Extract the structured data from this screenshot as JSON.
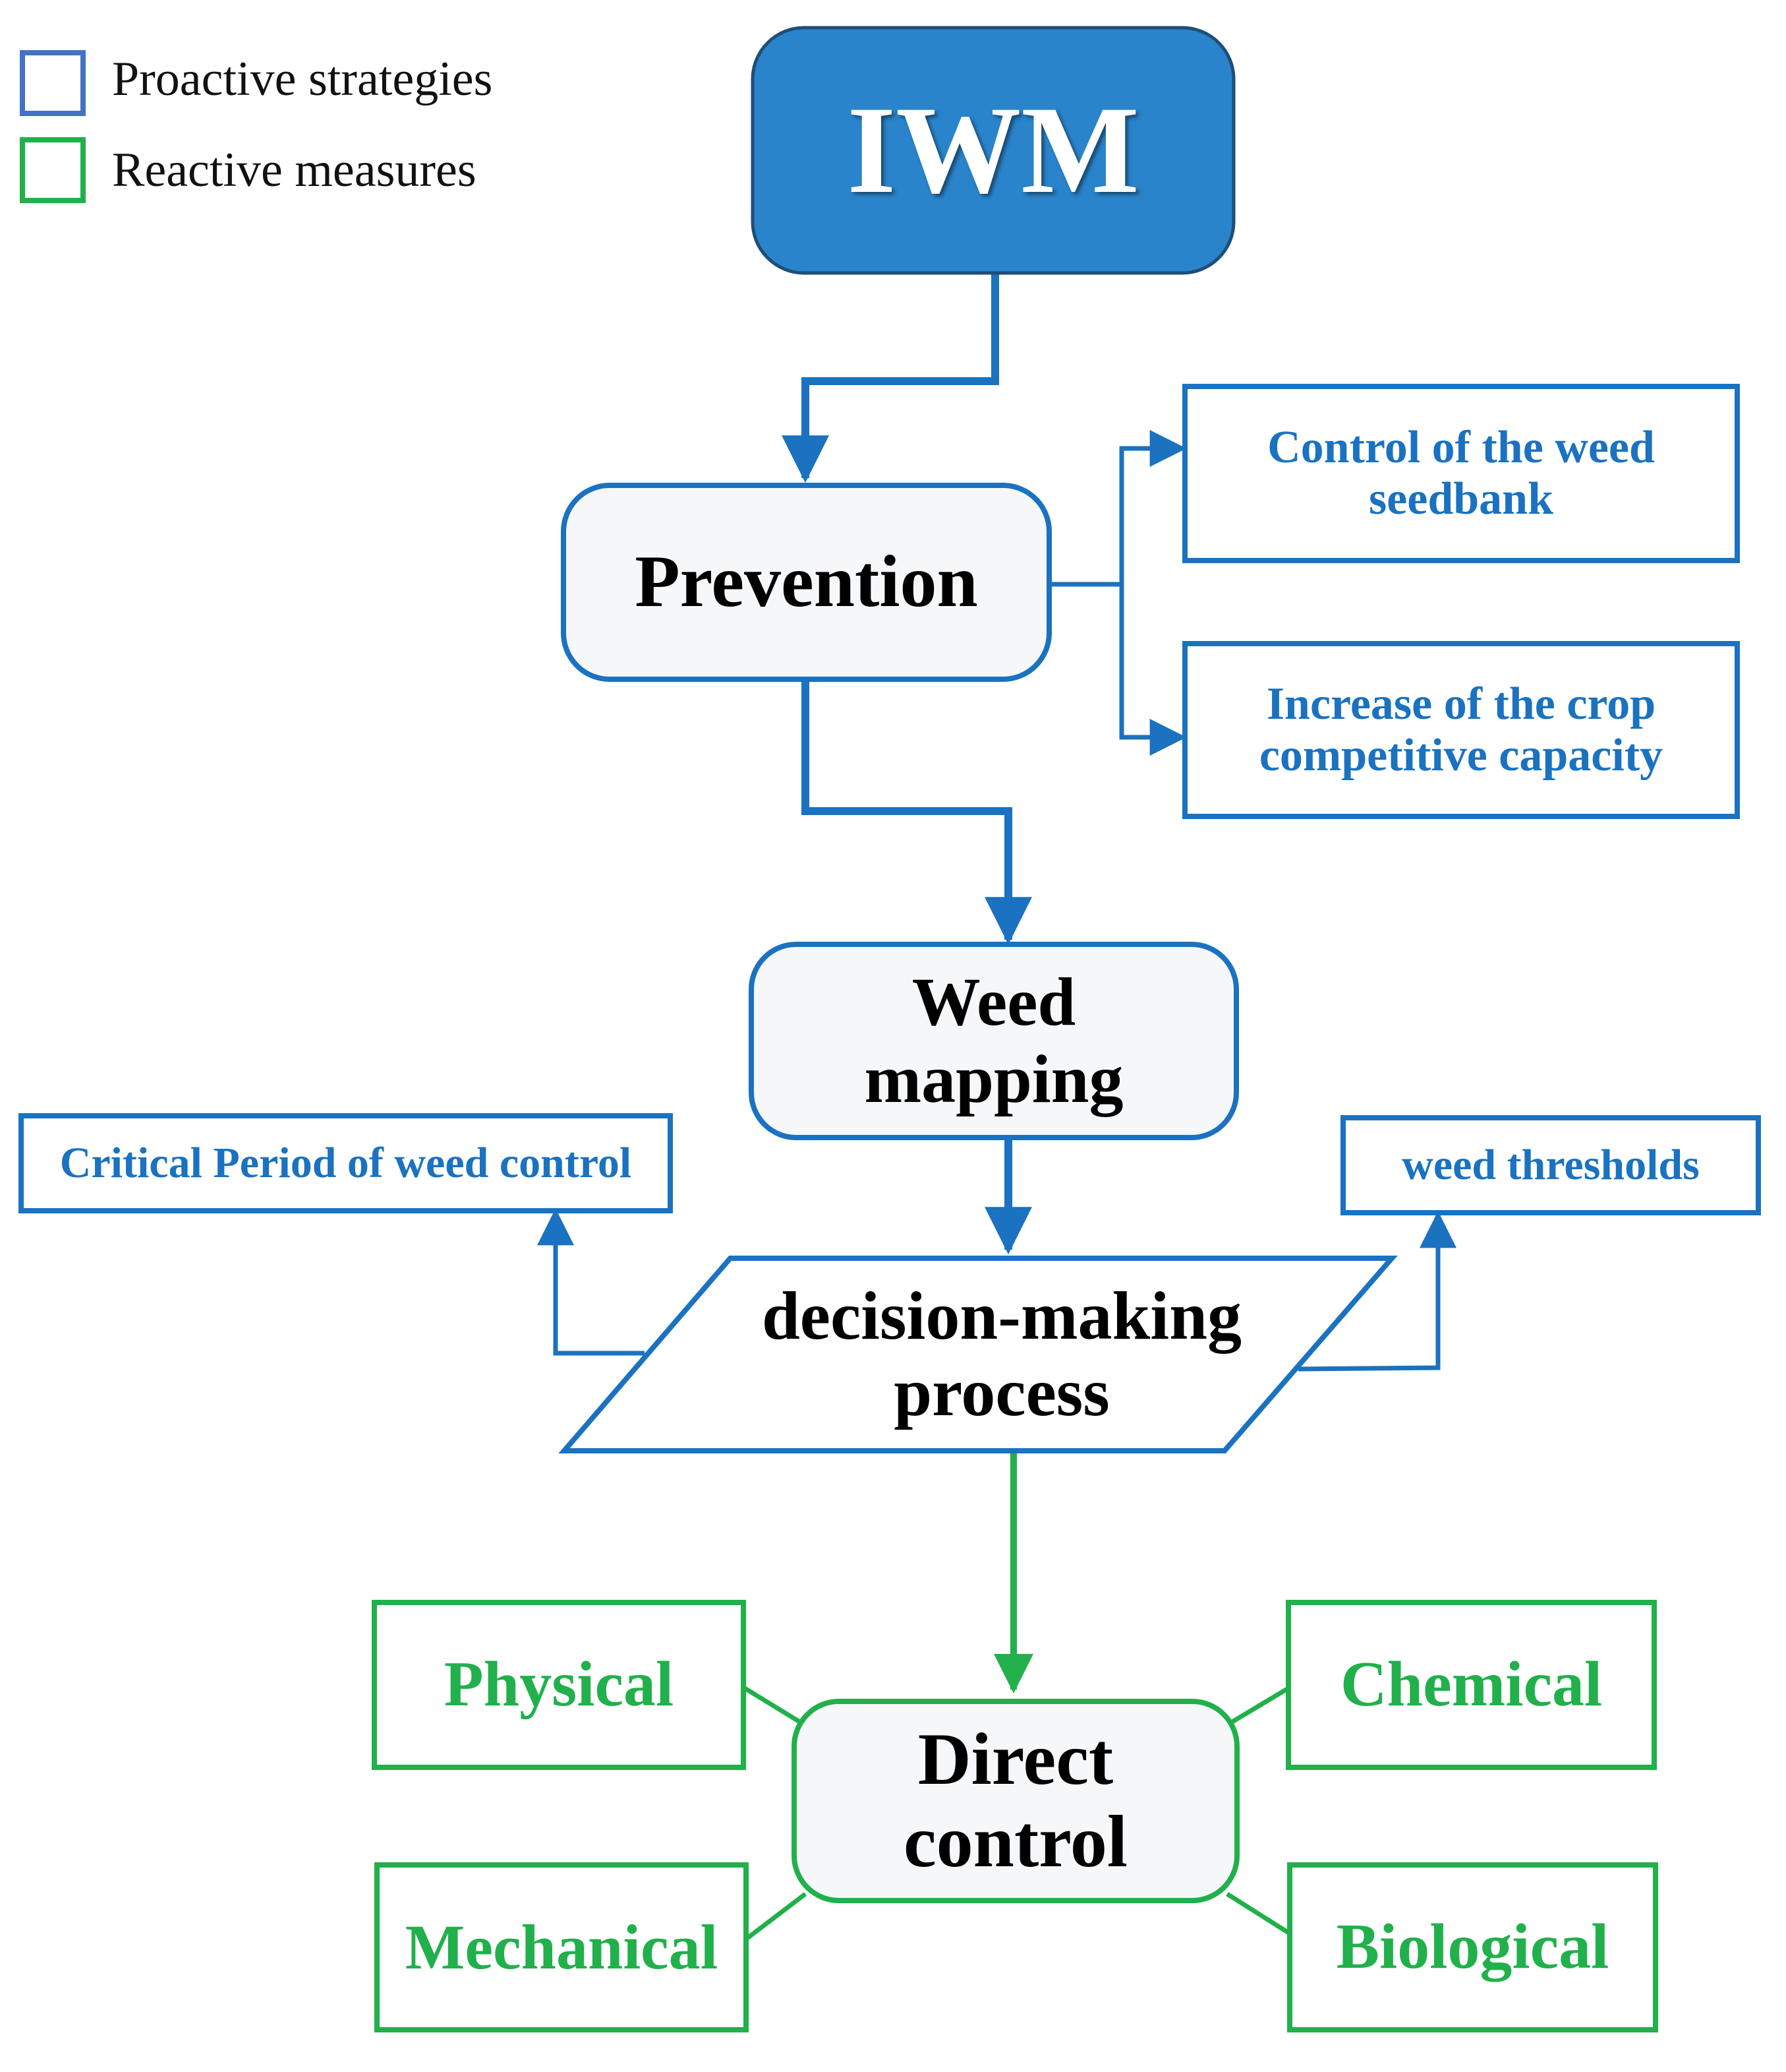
{
  "legend": {
    "items": [
      {
        "label": "Proactive strategies",
        "color": "#4472c4"
      },
      {
        "label": "Reactive measures",
        "color": "#21b04b"
      }
    ]
  },
  "colors": {
    "blue_stroke": "#1a72c0",
    "blue_fill": "#2a84cb",
    "blue_text": "#1a72c0",
    "green": "#21b04b",
    "node_fill": "#f6f7f9",
    "dark_text": "#000000"
  },
  "nodes": {
    "iwm": {
      "label": "IWM"
    },
    "prevention": {
      "label": "Prevention"
    },
    "seedbank": {
      "line1": "Control of the weed",
      "line2": "seedbank"
    },
    "crop_capacity": {
      "line1": "Increase of the crop",
      "line2": "competitive capacity"
    },
    "weed_mapping": {
      "line1": "Weed",
      "line2": "mapping"
    },
    "critical_period": {
      "label": "Critical Period of weed control"
    },
    "thresholds": {
      "label": "weed thresholds"
    },
    "decision": {
      "line1": "decision-making",
      "line2": "process"
    },
    "direct_control": {
      "line1": "Direct",
      "line2": "control"
    },
    "physical": {
      "label": "Physical"
    },
    "chemical": {
      "label": "Chemical"
    },
    "mechanical": {
      "label": "Mechanical"
    },
    "biological": {
      "label": "Biological"
    }
  }
}
